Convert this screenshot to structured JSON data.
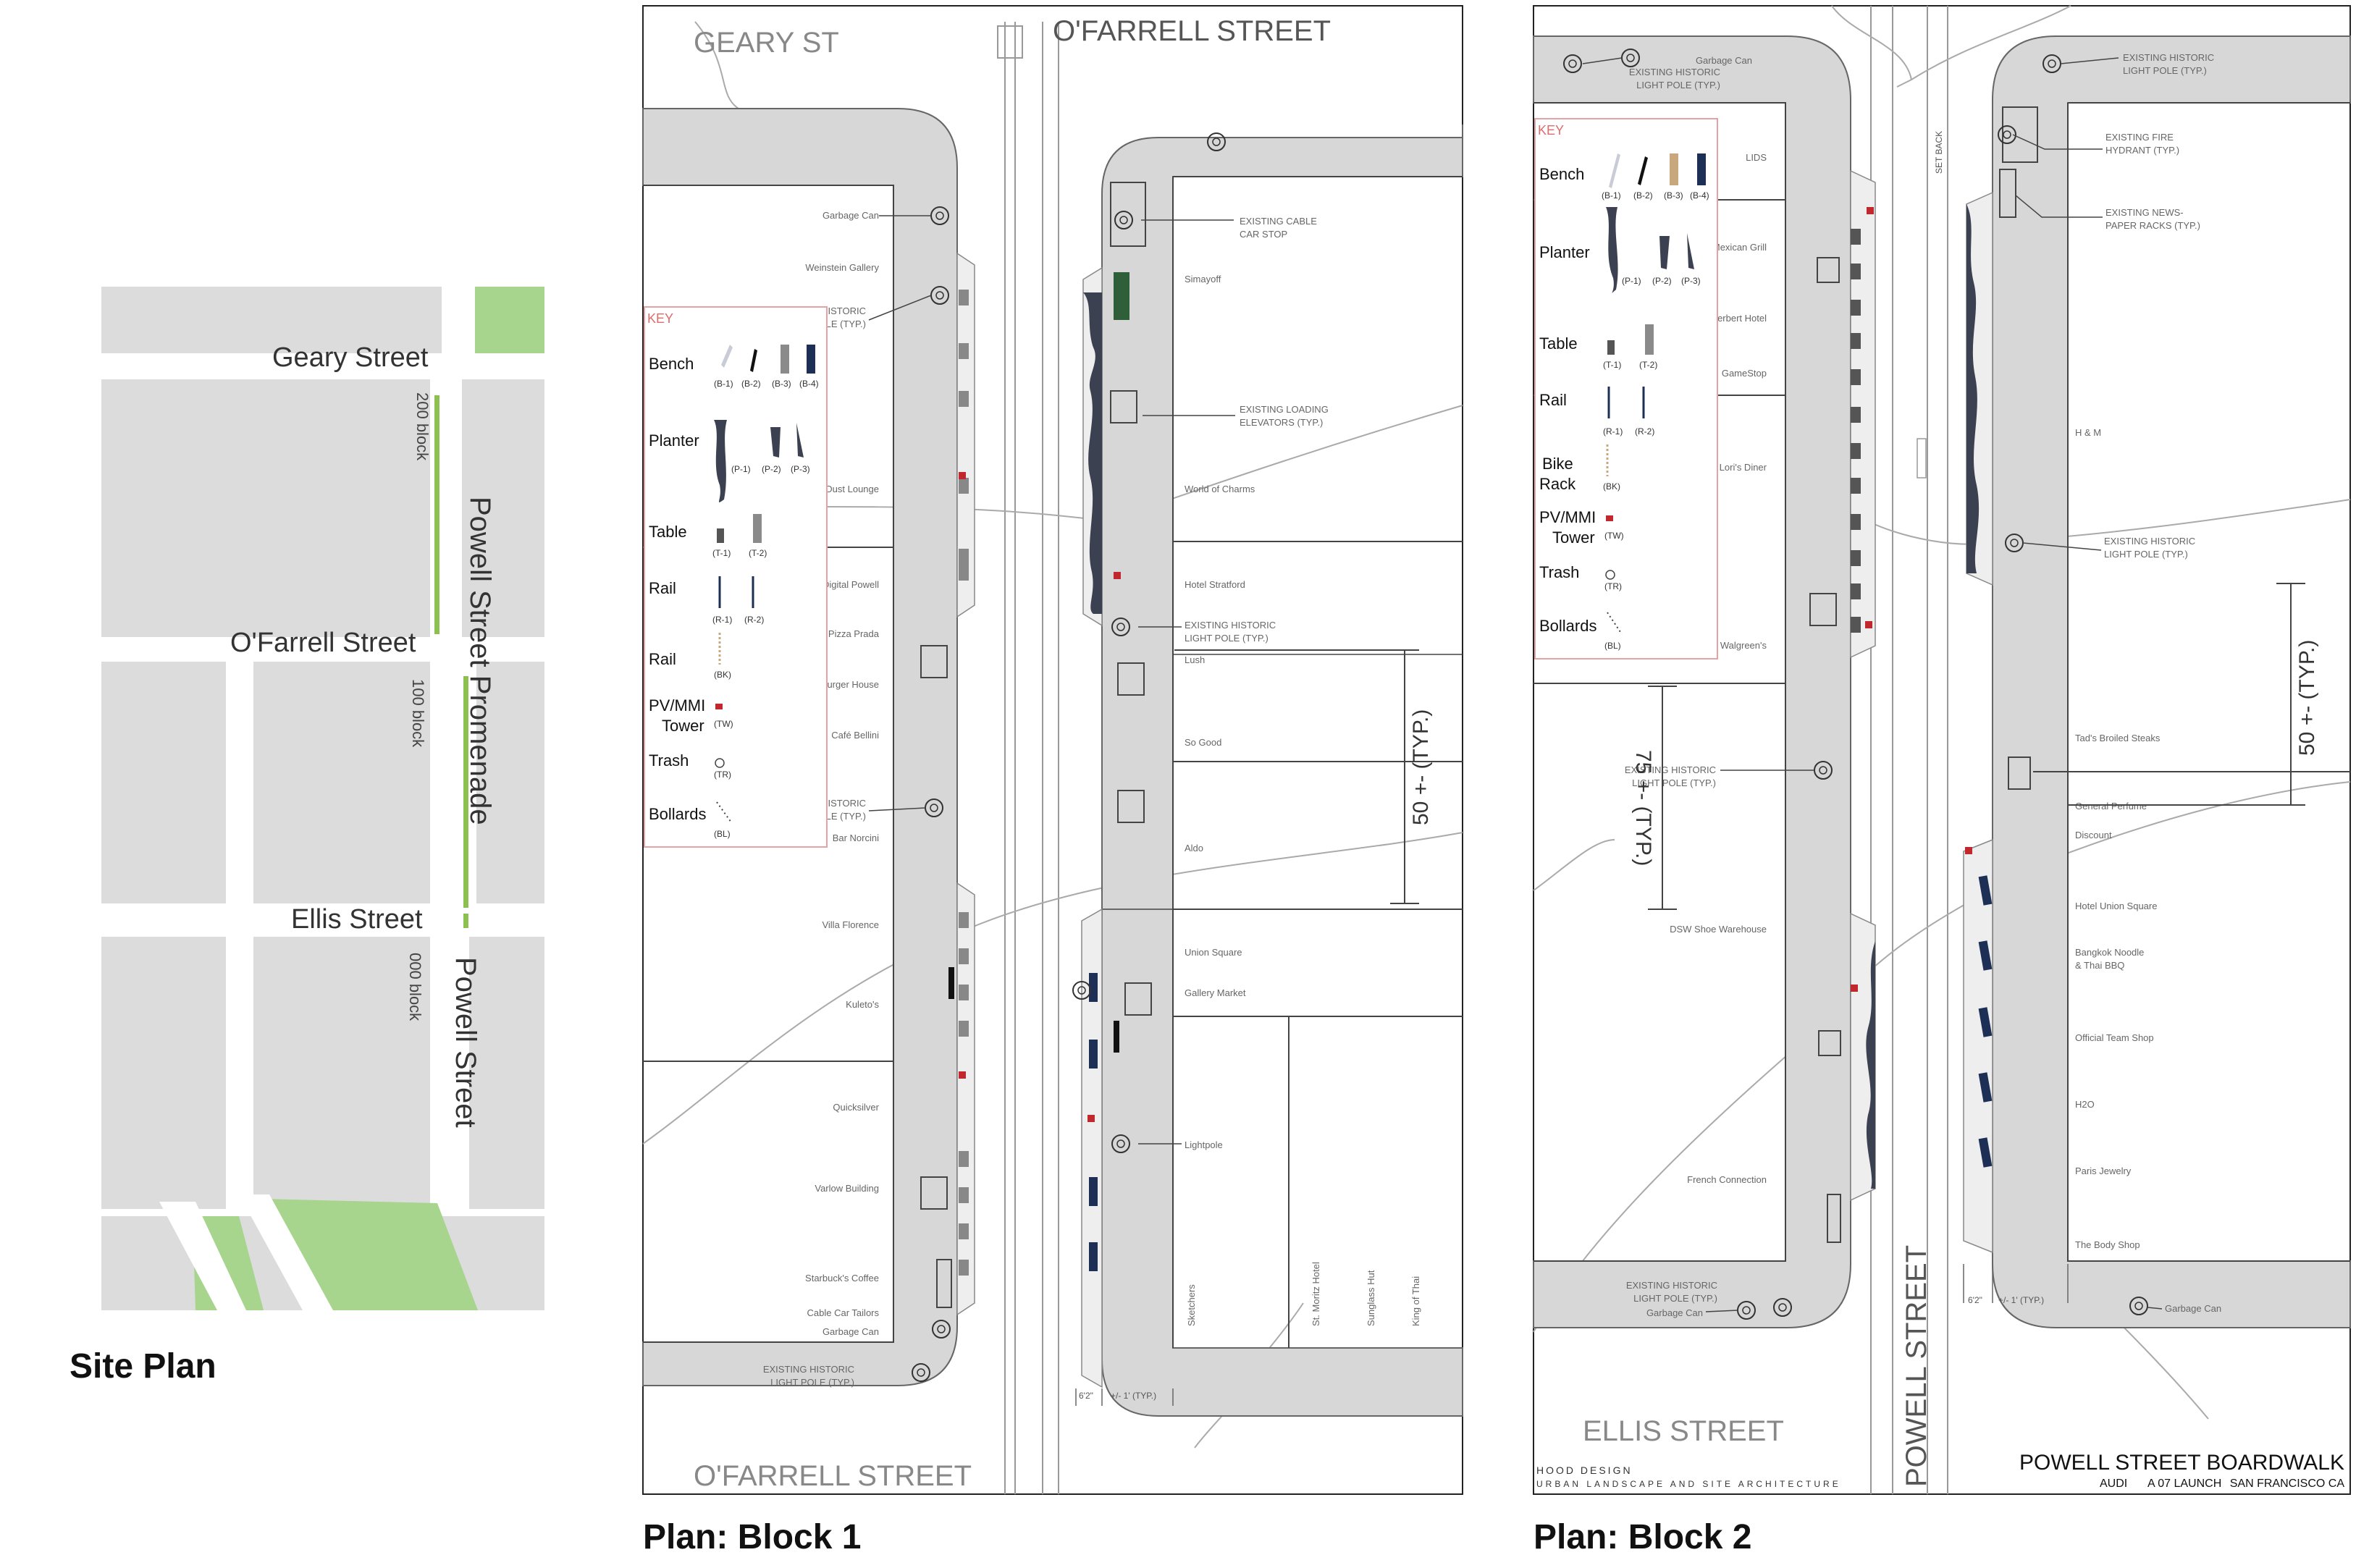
{
  "captions": {
    "site_plan": "Site Plan",
    "block1": "Plan: Block 1",
    "block2": "Plan: Block 2"
  },
  "site_plan": {
    "streets": {
      "geary": "Geary Street",
      "ofarrell": "O'Farrell Street",
      "ellis": "Ellis Street",
      "powell": "Powell Street",
      "promenade": "Powell Street Promenade"
    },
    "blocks": {
      "b200": "200 block",
      "b100": "100 block",
      "b000": "000 block"
    },
    "colors": {
      "block": "#dcdcdc",
      "road": "#ffffff",
      "park": "#a7d58d",
      "promenade": "#8cc152"
    }
  },
  "key": {
    "title": "KEY",
    "bench": "Bench",
    "planter": "Planter",
    "table": "Table",
    "rail": "Rail",
    "bike_rack_1": "Bike",
    "bike_rack_2": "Rack",
    "pv_1": "PV/MMI",
    "pv_2": "Tower",
    "trash": "Trash",
    "bollards": "Bollards",
    "codes": {
      "b1": "(B-1)",
      "b2": "(B-2)",
      "b3": "(B-3)",
      "b4": "(B-4)",
      "p1": "(P-1)",
      "p2": "(P-2)",
      "p3": "(P-3)",
      "t1": "(T-1)",
      "t2": "(T-2)",
      "r1": "(R-1)",
      "r2": "(R-2)",
      "bk": "(BK)",
      "tw": "(TW)",
      "tr": "(TR)",
      "bl": "(BL)"
    },
    "colors": {
      "key_border": "#e7a3a3",
      "key_title": "#e06b6b",
      "navy": "#1d2f55",
      "tan": "#c9a77c",
      "gray": "#8a8a8a",
      "dark": "#3b4150",
      "red": "#c0282d"
    }
  },
  "block1": {
    "streets": {
      "geary": "GEARY ST",
      "ofarrell_top": "O'FARRELL STREET",
      "ofarrell_bottom": "O'FARRELL STREET"
    },
    "west_labels": {
      "garbage1": "Garbage Can",
      "weinstein": "Weinstein Gallery",
      "hist1a": "EXISTING HISTORIC",
      "hist1b": "LIGHT POLE (TYP.)",
      "golddust": "Gold Dust Lounge",
      "digital": "Digital Powell",
      "pizza": "Pizza Prada",
      "burger": "Burger House",
      "cafe": "Café Bellini",
      "hist2a": "EXISTING HISTORIC",
      "hist2b": "LIGHT POLE (TYP.)",
      "barnorcini": "Bar Norcini",
      "villa": "Villa Florence",
      "kuleto": "Kuleto's",
      "quicksilver": "Quicksilver",
      "varlow": "Varlow Building",
      "starbucks": "Starbuck's Coffee",
      "cablecar": "Cable Car Tailors",
      "garbage2": "Garbage Can",
      "hist3a": "EXISTING HISTORIC",
      "hist3b": "LIGHT POLE (TYP.)"
    },
    "east_labels": {
      "cable1": "EXISTING CABLE",
      "cable2": "CAR STOP",
      "simayoff": "Simayoff",
      "load1": "EXISTING LOADING",
      "load2": "ELEVATORS (TYP.)",
      "charms": "World of Charms",
      "stratford": "Hotel Stratford",
      "hist1": "EXISTING HISTORIC",
      "hist2": "LIGHT POLE (TYP.)",
      "lush": "Lush",
      "sogood": "So Good",
      "aldo": "Aldo",
      "union": "Union Square",
      "gallery": "Gallery Market",
      "lightpole": "Lightpole",
      "sketchers": "Sketchers",
      "stmoritz": "St. Moritz Hotel",
      "sunglass": "Sunglass Hut",
      "kingthai": "King of Thai"
    },
    "dims": {
      "typ": "50 +- (TYP.)",
      "w62": "6'2\"",
      "wtyp": "+/- 1' (TYP.)"
    }
  },
  "block2": {
    "streets": {
      "ellis": "ELLIS STREET",
      "powell": "POWELL STREET",
      "setback": "SET BACK"
    },
    "west_labels": {
      "garbage": "Garbage Can",
      "histtop1": "EXISTING HISTORIC",
      "histtop2": "LIGHT POLE (TYP.)",
      "lids": "LIDS",
      "mexican": "Mexican Grill",
      "herbert": "Herbert Hotel",
      "gamestop": "GameStop",
      "lori": "Lori's Diner",
      "walgreen": "Walgreen's",
      "histmid1": "EXISTING HISTORIC",
      "histmid2": "LIGHT POLE (TYP.)",
      "dsw": "DSW Shoe Warehouse",
      "french": "French Connection",
      "histbot1": "EXISTING HISTORIC",
      "histbot2": "LIGHT POLE (TYP.)",
      "garbagebot": "Garbage Can"
    },
    "east_labels": {
      "histtop1": "EXISTING HISTORIC",
      "histtop2": "LIGHT POLE (TYP.)",
      "fire1": "EXISTING FIRE",
      "fire2": "HYDRANT (TYP.)",
      "news1": "EXISTING NEWS-",
      "news2": "PAPER RACKS (TYP.)",
      "hm": "H & M",
      "histmid1": "EXISTING HISTORIC",
      "histmid2": "LIGHT POLE (TYP.)",
      "tads": "Tad's Broiled Steaks",
      "perfume": "General Perfume",
      "discount": "Discount",
      "union": "Hotel Union Square",
      "bangkok1": "Bangkok Noodle",
      "bangkok2": "& Thai BBQ",
      "official": "Official Team Shop",
      "h2o": "H2O",
      "paris": "Paris Jewelry",
      "bodyshop": "The Body Shop",
      "garbage": "Garbage Can"
    },
    "dims": {
      "typ75": "75 +- (TYP.)",
      "typ50": "50 +- (TYP.)",
      "w62": "6'2\"",
      "wtyp": "+/- 1' (TYP.)"
    },
    "title_block": {
      "firm1": "HOOD DESIGN",
      "firm2": "URBAN LANDSCAPE AND SITE ARCHITECTURE",
      "project": "POWELL STREET BOARDWALK",
      "client": "AUDI",
      "sheet": "A 07 LAUNCH",
      "city": "SAN FRANCISCO CA"
    }
  }
}
